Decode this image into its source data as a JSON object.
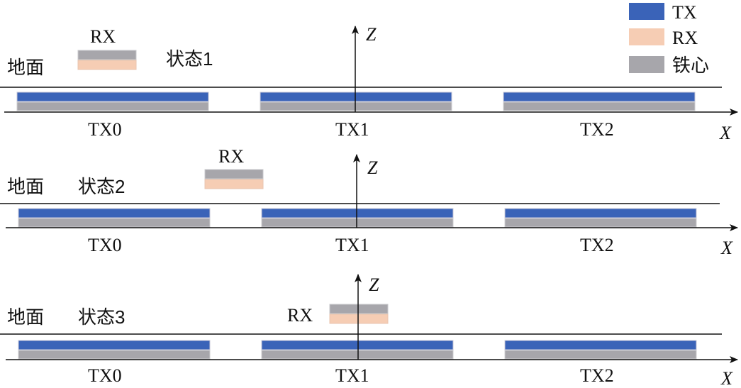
{
  "legend": {
    "tx": {
      "label": "TX",
      "color": "#3a63b8"
    },
    "rx": {
      "label": "RX",
      "color": "#f6cdb4"
    },
    "core": {
      "label": "铁心",
      "color": "#a7a6ab"
    }
  },
  "ground_label": "地面",
  "axis_labels": {
    "z": "Z",
    "x": "X"
  },
  "panels": [
    {
      "state_label": "状态1",
      "rx_label": "RX",
      "coils": [
        {
          "label": "TX0"
        },
        {
          "label": "TX1"
        },
        {
          "label": "TX2"
        }
      ]
    },
    {
      "state_label": "状态2",
      "rx_label": "RX",
      "coils": [
        {
          "label": "TX0"
        },
        {
          "label": "TX1"
        },
        {
          "label": "TX2"
        }
      ]
    },
    {
      "state_label": "状态3",
      "rx_label": "RX",
      "coils": [
        {
          "label": "TX0"
        },
        {
          "label": "TX1"
        },
        {
          "label": "TX2"
        }
      ]
    }
  ]
}
